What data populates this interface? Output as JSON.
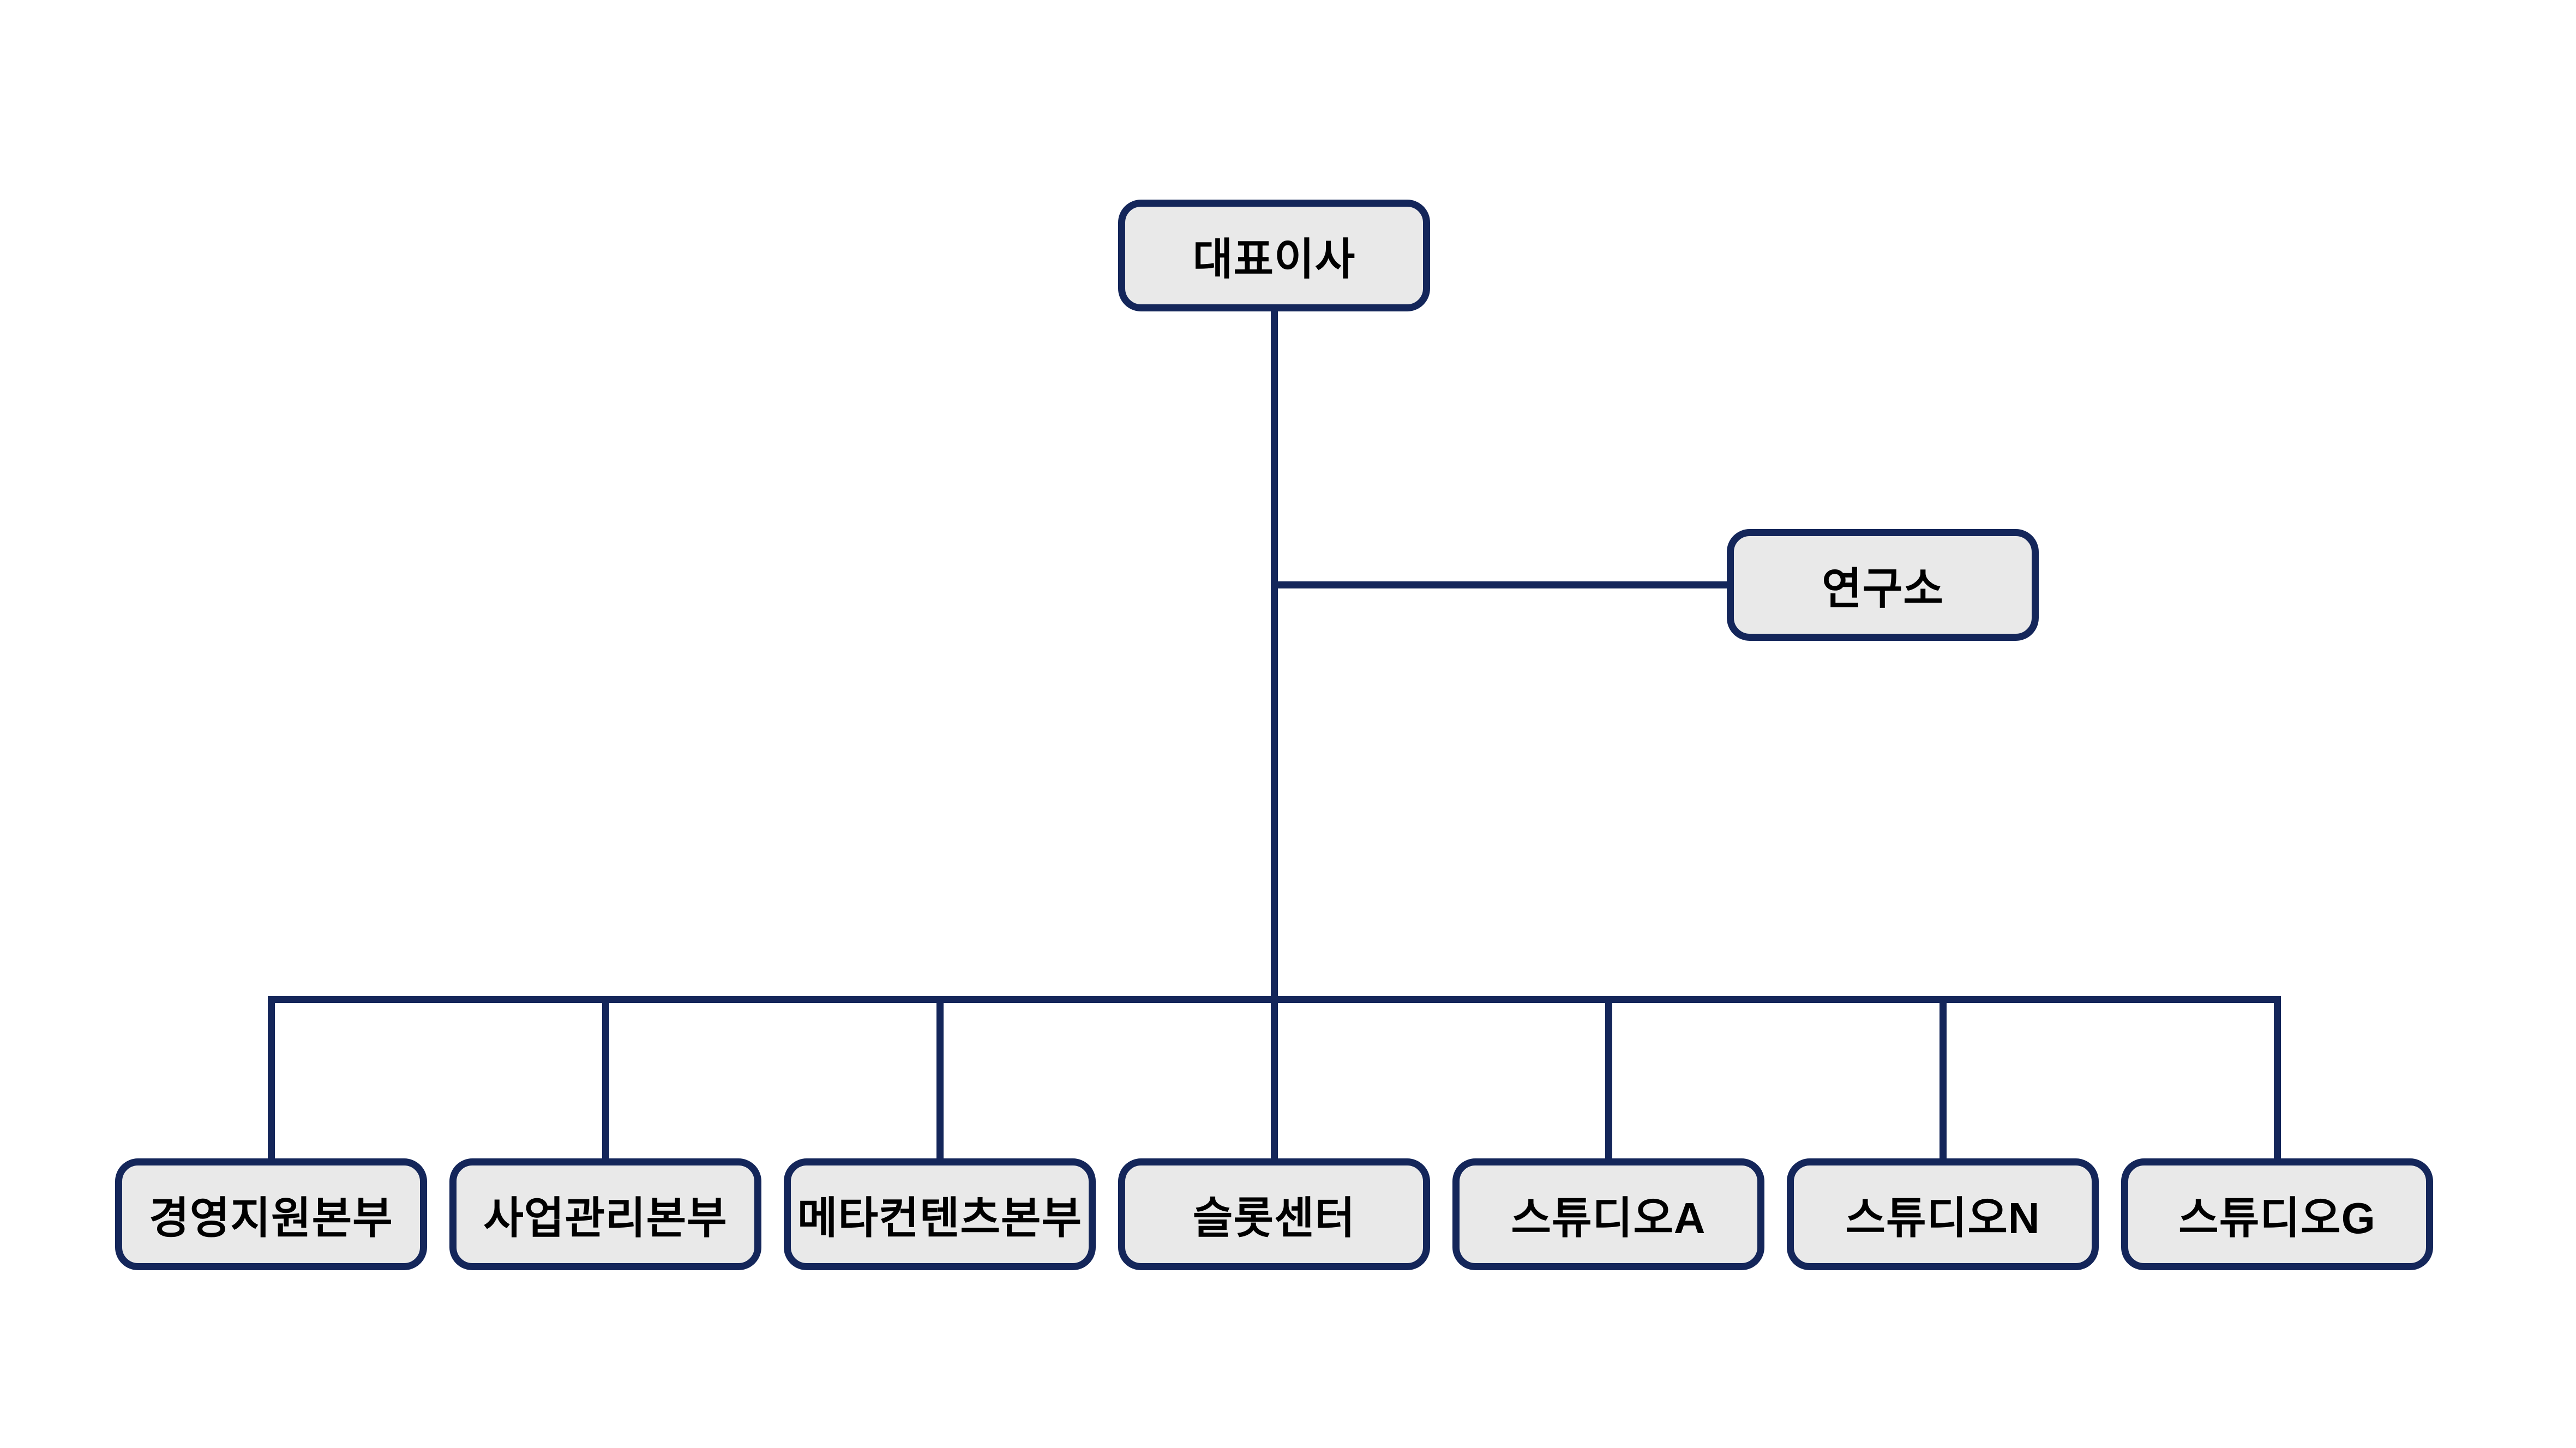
{
  "org_chart": {
    "root": {
      "label": "대표이사"
    },
    "staff_node": {
      "label": "연구소"
    },
    "departments": [
      {
        "label": "경영지원본부"
      },
      {
        "label": "사업관리본부"
      },
      {
        "label": "메타컨텐츠본부"
      },
      {
        "label": "슬롯센터"
      },
      {
        "label": "스튜디오A"
      },
      {
        "label": "스튜디오N"
      },
      {
        "label": "스튜디오G"
      }
    ]
  },
  "colors": {
    "background": "#ffffff",
    "box_fill": "#e9e9e9",
    "box_border": "#14265a",
    "connector_line": "#14265a",
    "label_text": "#000000"
  }
}
